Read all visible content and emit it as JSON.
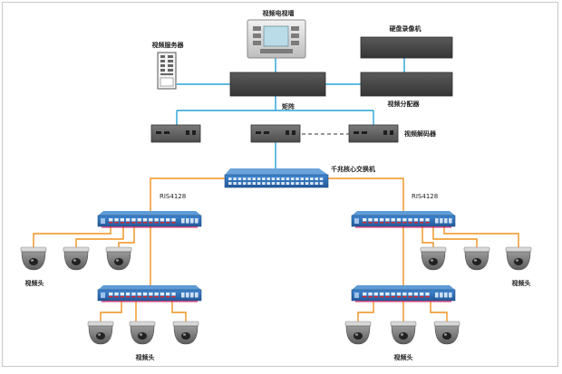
{
  "labels": {
    "video_wall": "视频电视墙",
    "video_server": "视频服务器",
    "dvr": "硬盘录像机",
    "matrix": "矩阵",
    "video_distributor": "视频分配器",
    "video_decoder": "视频解码器",
    "core_switch": "千兆核心交换机",
    "ris_left": "RIS4128",
    "ris_right": "RIS4128",
    "camera_label": "视频头"
  },
  "colors": {
    "cable_blue": "#29a3d8",
    "cable_orange": "#f0921e",
    "device_dark": "#4a4a4a",
    "switch_blue": "#2e6fb6"
  }
}
